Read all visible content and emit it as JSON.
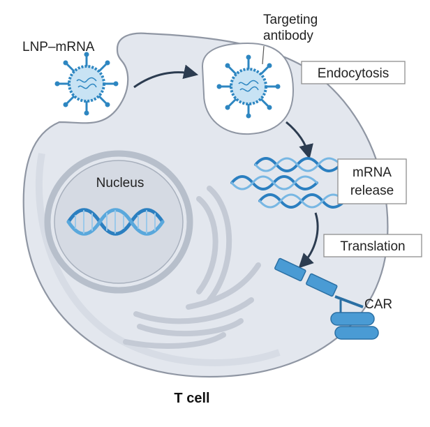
{
  "labels": {
    "lnp_mrna": "LNP–mRNA",
    "targeting_line1": "Targeting",
    "targeting_line2": "antibody",
    "endocytosis": "Endocytosis",
    "mrna_line1": "mRNA",
    "mrna_line2": "release",
    "translation": "Translation",
    "nucleus": "Nucleus",
    "car": "CAR",
    "t_cell": "T cell"
  },
  "colors": {
    "cell_fill": "#e3e7ee",
    "cell_stroke": "#8f96a3",
    "nucleus_fill": "#d5dae3",
    "organelle": "#c4cad5",
    "lnp_blue": "#2d86c1",
    "lnp_light": "#c8e3f4",
    "dna_blue": "#2b7fc0",
    "arrow": "#2c3c50",
    "car_blue": "#4a9bd4"
  },
  "icons": [
    "lnp-particle-icon",
    "dna-helix-icon",
    "mrna-strand-icon",
    "car-receptor-icon",
    "arrow-icon"
  ]
}
